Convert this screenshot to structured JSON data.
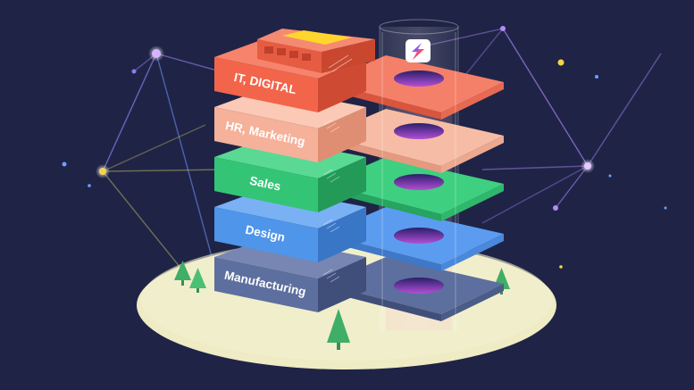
{
  "illustration": {
    "floors": [
      {
        "label": "IT, DIGITAL",
        "color": "#f2654a"
      },
      {
        "label": "HR, Marketing",
        "color": "#f5b199"
      },
      {
        "label": "Sales",
        "color": "#33c575"
      },
      {
        "label": "Design",
        "color": "#4f95ea"
      },
      {
        "label": "Manufacturing",
        "color": "#5d6f9e"
      }
    ],
    "logo_icon": "lightning-bolt-app-icon",
    "colors": {
      "background": "#1f2446",
      "ground": "#eeebc5",
      "network_line": "#8b7df0",
      "node": "#d8b4ff"
    }
  }
}
